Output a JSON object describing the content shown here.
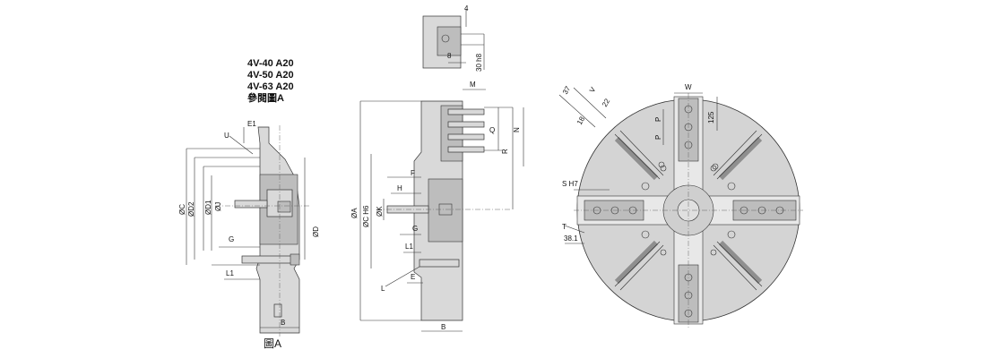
{
  "model_list": {
    "line1": "4V-40 A20",
    "line2": "4V-50 A20",
    "line3": "4V-63 A20",
    "line4": "參閱圖A"
  },
  "caption_a": "圖A",
  "left_view": {
    "e1": "E1",
    "u": "U",
    "oc": "ØC",
    "od2": "ØD2",
    "od1": "ØD1",
    "oj": "ØJ",
    "g": "G",
    "od": "ØD",
    "l1": "L1",
    "b": "B"
  },
  "middle_view": {
    "m": "M",
    "q": "Q",
    "r": "R",
    "n": "N",
    "f": "F",
    "h": "H",
    "oa": "ØA",
    "och6": "ØC  H6",
    "ok": "ØK",
    "g": "G",
    "l1": "L1",
    "e": "E",
    "l": "L",
    "b": "B"
  },
  "jaw_detail": {
    "d4": "4",
    "d8": "8",
    "d30": "30 h8"
  },
  "front_view": {
    "w": "W",
    "d125": "125",
    "p1": "P",
    "p2": "P",
    "d37": "37",
    "v": "V",
    "d22": "22",
    "d18": "18",
    "s_h7": "S  H7",
    "t": "T",
    "d38": "38.1"
  }
}
